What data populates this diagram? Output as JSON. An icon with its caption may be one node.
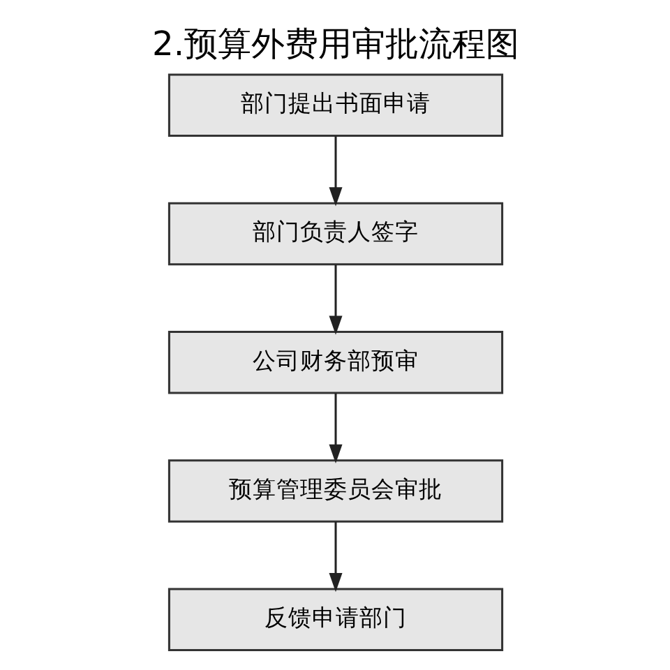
{
  "diagram": {
    "title": "2.预算外费用审批流程图",
    "nodes": [
      {
        "text": [
          "部门提出书面申请"
        ]
      },
      {
        "text": [
          "部门负责人签字"
        ]
      },
      {
        "text": [
          "公司财务部预审"
        ]
      },
      {
        "text": [
          "预算管理委员会审批"
        ]
      },
      {
        "text": [
          "反馈申请部门"
        ]
      }
    ],
    "edges": [
      {
        "from": 0,
        "to": 1,
        "arrow": "to"
      },
      {
        "from": 1,
        "to": 2,
        "arrow": "to"
      },
      {
        "from": 2,
        "to": 3,
        "arrow": "to"
      },
      {
        "from": 3,
        "to": 4,
        "arrow": "to"
      }
    ]
  }
}
